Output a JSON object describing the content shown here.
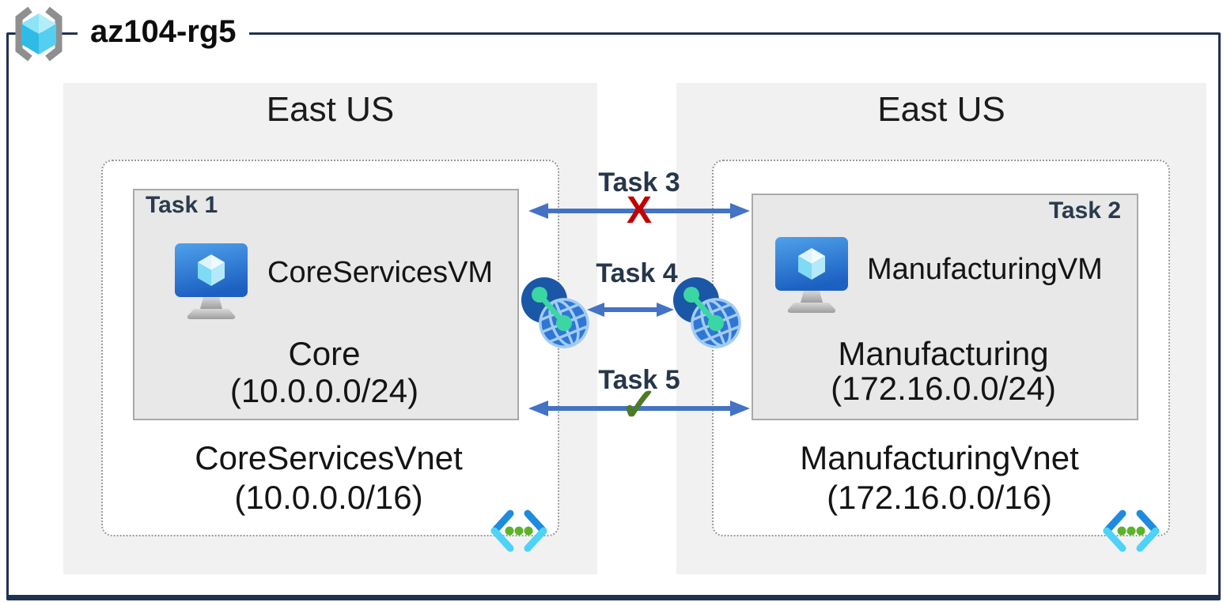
{
  "resource_group": {
    "name": "az104-rg5"
  },
  "regions": {
    "left": {
      "name": "East US",
      "vnet": {
        "name": "CoreServicesVnet",
        "cidr": "(10.0.0.0/16)"
      },
      "subnet": {
        "task_label": "Task 1",
        "vm_name": "CoreServicesVM",
        "name": "Core",
        "cidr": "(10.0.0.0/24)"
      }
    },
    "right": {
      "name": "East US",
      "vnet": {
        "name": "ManufacturingVnet",
        "cidr": "(172.16.0.0/16)"
      },
      "subnet": {
        "task_label": "Task 2",
        "vm_name": "ManufacturingVM",
        "name": "Manufacturing",
        "cidr": "(172.16.0.0/24)"
      }
    }
  },
  "connections": {
    "task3": {
      "label": "Task 3",
      "marker": "X"
    },
    "task4": {
      "label": "Task 4"
    },
    "task5": {
      "label": "Task 5",
      "marker": "✓"
    }
  },
  "icons": {
    "resource_group": "resource-group-icon",
    "virtual_machine": "vm-icon",
    "vnet_peering": "vnet-peering-icon",
    "virtual_network": "virtual-network-icon"
  },
  "colors": {
    "frame_border": "#1f3250",
    "region_bg": "#f1f1f1",
    "subnet_bg": "#e8e8e8",
    "arrow_blue": "#4472c4",
    "blocked_red": "#c00000",
    "allowed_green": "#4d7a27",
    "task_label": "#27364a"
  }
}
